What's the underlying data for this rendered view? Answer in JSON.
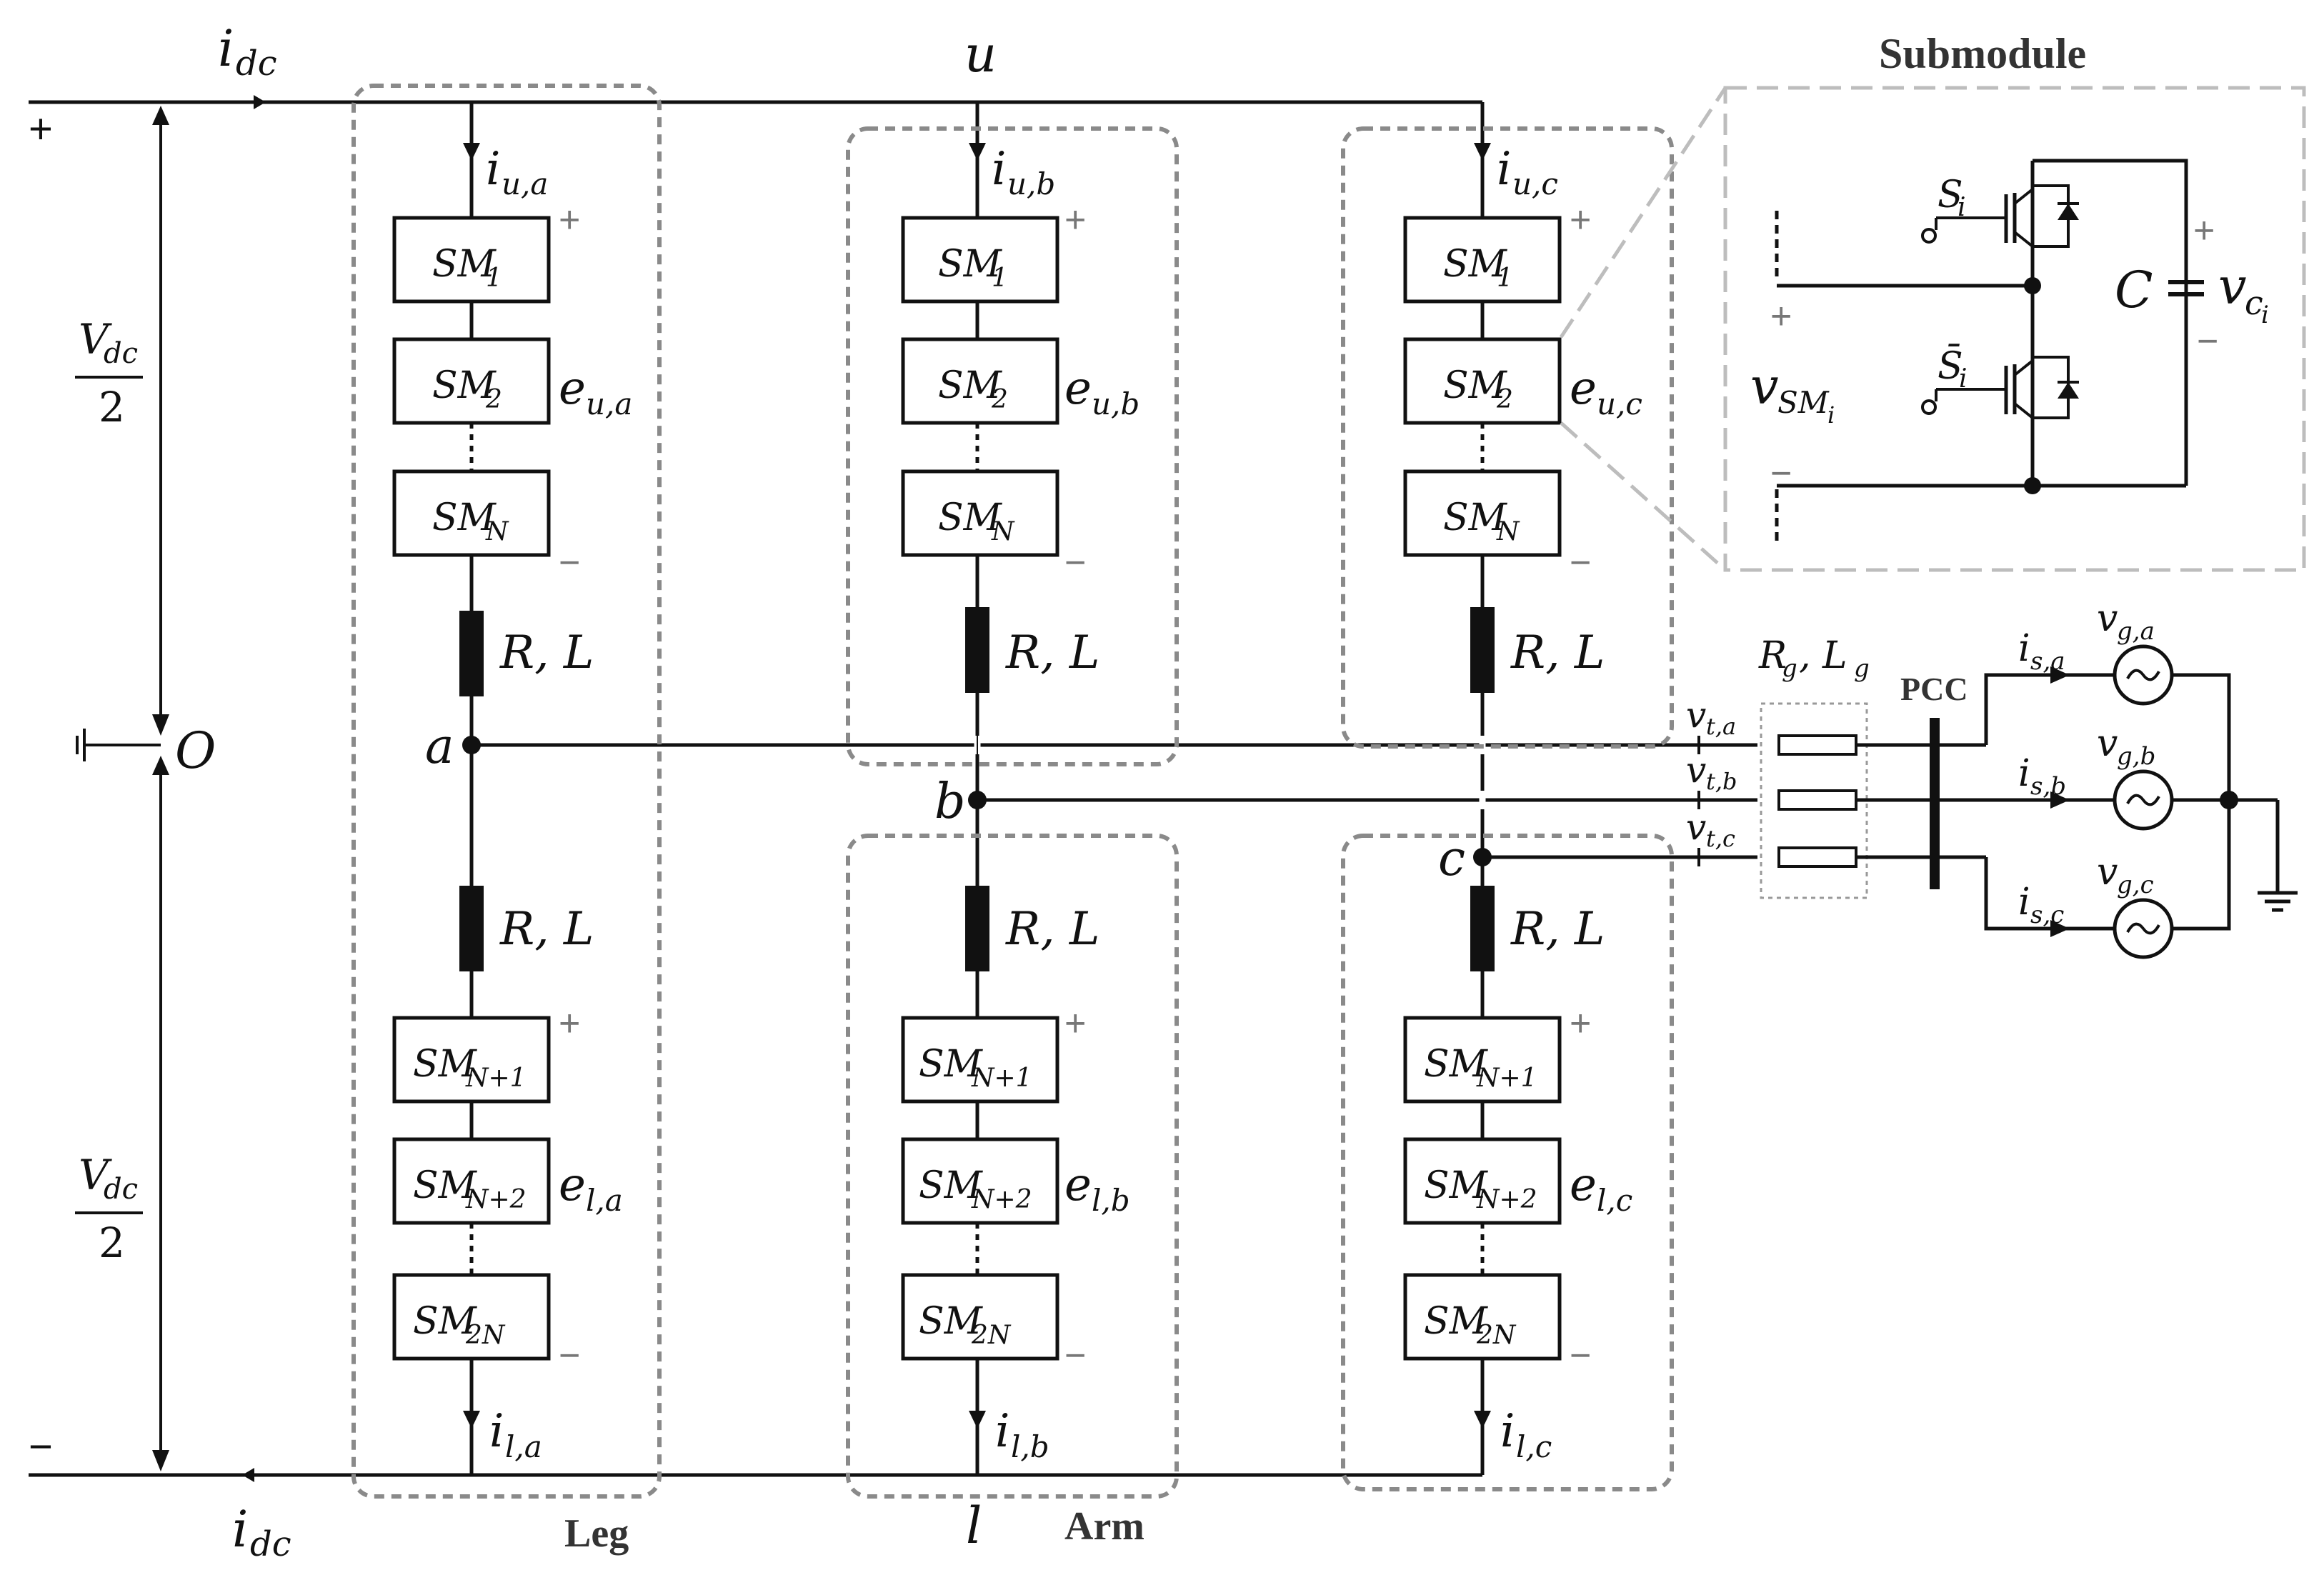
{
  "labels": {
    "submodule_title": "Submodule",
    "leg": "Leg",
    "arm": "Arm",
    "pcc": "PCC",
    "u_node": "u",
    "l_node": "l",
    "o_node": "O",
    "dc_current": "i",
    "dc_current_sub": "dc",
    "plus": "+",
    "minus": "−",
    "vdc_num": "V",
    "vdc_num_sub": "dc",
    "vdc_den": "2",
    "grid_impedance": "R",
    "grid_impedance_sub": "g",
    "grid_impedance_l": ", L",
    "grid_impedance_l_sub": "g",
    "sm_switch": "S",
    "sm_switch_sub": "i",
    "sm_switch_bar": "S̄",
    "sm_cap": "C",
    "sm_cap_v": "v",
    "sm_cap_v_sub": "c",
    "sm_cap_v_subsub": "i",
    "sm_v": "v",
    "sm_v_sub": "SM",
    "sm_v_subsub": "i"
  },
  "phases": [
    {
      "phase": "a",
      "node": "a",
      "upper_current": "u,a",
      "lower_current": "l,a",
      "upper_emf": "u,a",
      "lower_emf": "l,a",
      "terminal_v": "t,a",
      "grid_current": "s,a",
      "grid_v": "g,a"
    },
    {
      "phase": "b",
      "node": "b",
      "upper_current": "u,b",
      "lower_current": "l,b",
      "upper_emf": "u,b",
      "lower_emf": "l,b",
      "terminal_v": "t,b",
      "grid_current": "s,b",
      "grid_v": "g,b"
    },
    {
      "phase": "c",
      "node": "c",
      "upper_current": "u,c",
      "lower_current": "l,c",
      "upper_emf": "u,c",
      "lower_emf": "l,c",
      "terminal_v": "t,c",
      "grid_current": "s,c",
      "grid_v": "g,c"
    }
  ],
  "arm_modules": {
    "upper": [
      {
        "base": "SM",
        "sub": "1"
      },
      {
        "base": "SM",
        "sub": "2"
      },
      {
        "base": "SM",
        "sub": "N"
      }
    ],
    "lower": [
      {
        "base": "SM",
        "sub": "N+1"
      },
      {
        "base": "SM",
        "sub": "N+2"
      },
      {
        "base": "SM",
        "sub": "2N"
      }
    ]
  },
  "arm_impedance": "R, L",
  "current_symbol": "i",
  "emf_symbol": "e",
  "voltage_symbol": "v"
}
